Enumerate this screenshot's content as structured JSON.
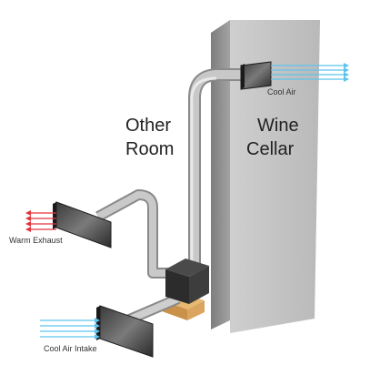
{
  "labels": {
    "other_room_line1": "Other",
    "other_room_line2": "Room",
    "wine_cellar_line1": "Wine",
    "wine_cellar_line2": "Cellar",
    "cool_air": "Cool Air",
    "warm_exhaust": "Warm Exhaust",
    "cool_air_intake": "Cool Air Intake"
  },
  "colors": {
    "cool_air": "#5cc4ee",
    "warm_exhaust": "#e0343c",
    "wall_front": "#c4c4c4",
    "wall_side": "#8f8f8f",
    "wall_top": "#dcdcdc",
    "duct": "#b5b5b5",
    "unit": "#2c2c2c",
    "base": "#d9a85f"
  }
}
